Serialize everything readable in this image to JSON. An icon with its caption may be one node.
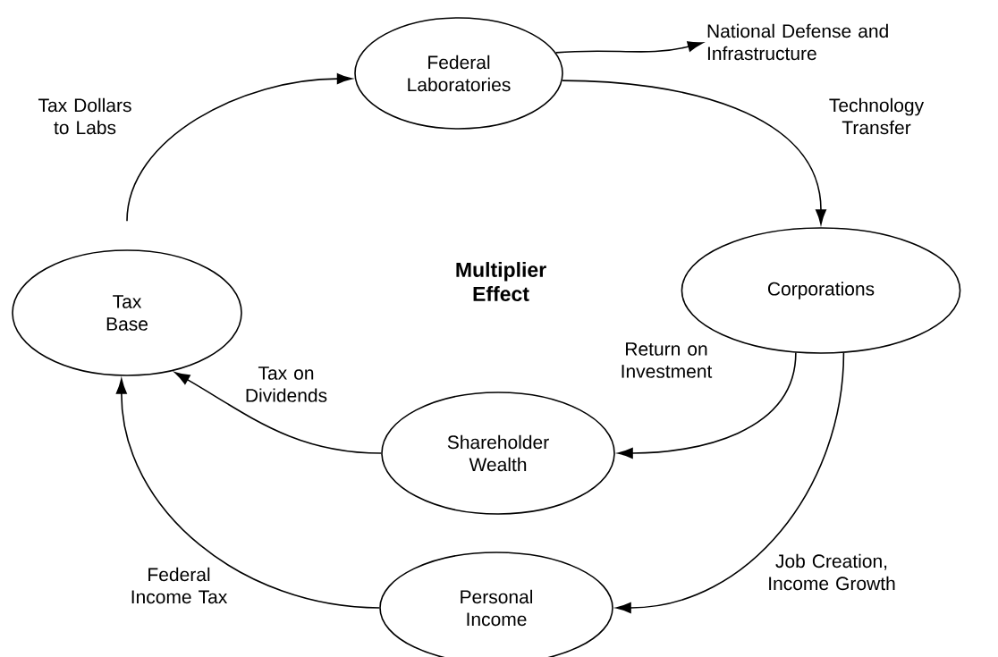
{
  "diagram": {
    "nodes": [
      {
        "text": [
          "Federal Laboratories"
        ]
      },
      {
        "text": [
          "National Defense and Infrastructure"
        ]
      },
      {
        "text": [
          "Corporations"
        ]
      },
      {
        "text": [
          "Tax Base"
        ]
      },
      {
        "text": [
          "Shareholder Wealth"
        ]
      },
      {
        "text": [
          "Personal Income"
        ]
      }
    ],
    "edges": [
      {
        "from": 3,
        "to": 0,
        "arrow": "to",
        "label": "Tax Dollars to Labs"
      },
      {
        "from": 0,
        "to": 1,
        "arrow": "to"
      },
      {
        "from": 0,
        "to": 2,
        "arrow": "to",
        "label": "Technology Transfer"
      },
      {
        "from": 2,
        "to": 4,
        "arrow": "to",
        "label": "Return on Investment"
      },
      {
        "from": 2,
        "to": 5,
        "arrow": "to",
        "label": "Job Creation, Income Growth"
      },
      {
        "from": 4,
        "to": 3,
        "arrow": "to",
        "label": "Tax on Dividends"
      },
      {
        "from": 5,
        "to": 3,
        "arrow": "to",
        "label": "Federal Income Tax"
      }
    ],
    "labels": [
      "Multiplier Effect"
    ]
  }
}
